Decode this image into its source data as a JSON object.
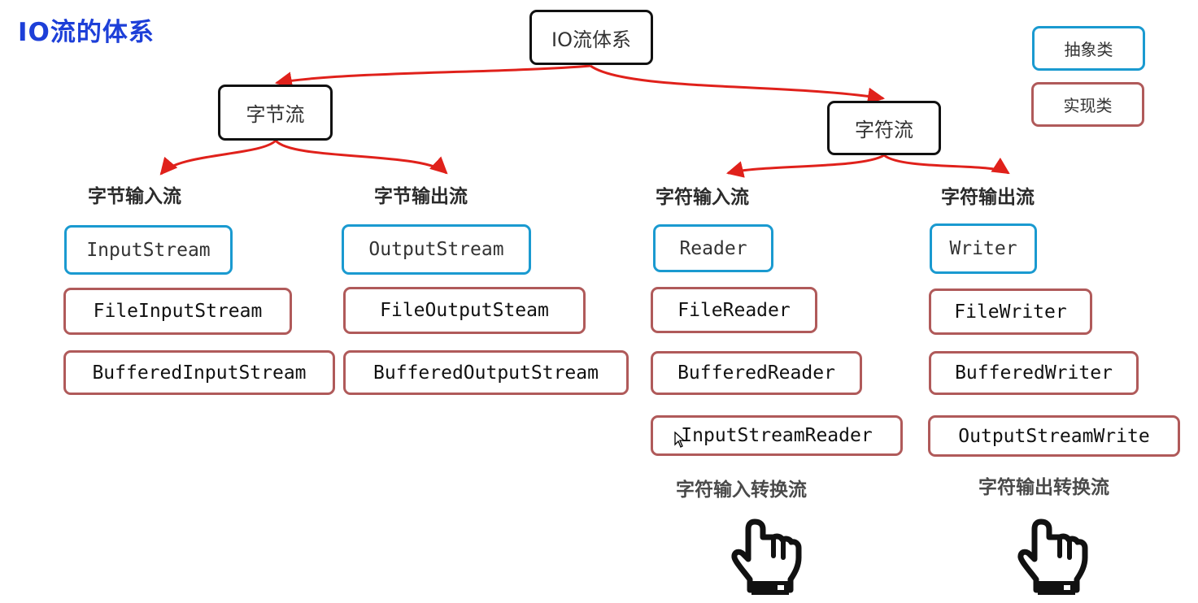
{
  "title": "IO流的体系",
  "root": {
    "label": "IO流体系"
  },
  "legend": {
    "abstract_label": "抽象类",
    "impl_label": "实现类"
  },
  "branches": {
    "byte": {
      "label": "字节流",
      "input": {
        "label": "字节输入流",
        "abstract": "InputStream",
        "impls": [
          "FileInputStream",
          "BufferedInputStream"
        ]
      },
      "output": {
        "label": "字节输出流",
        "abstract": "OutputStream",
        "impls": [
          "FileOutputSteam",
          "BufferedOutputStream"
        ]
      }
    },
    "char": {
      "label": "字符流",
      "input": {
        "label": "字符输入流",
        "abstract": "Reader",
        "impls": [
          "FileReader",
          "BufferedReader",
          "InputStreamReader"
        ],
        "note": "字符输入转换流"
      },
      "output": {
        "label": "字符输出流",
        "abstract": "Writer",
        "impls": [
          "FileWriter",
          "BufferedWriter",
          "OutputStreamWrite"
        ],
        "note": "字符输出转换流"
      }
    }
  },
  "colors": {
    "abstract_border": "#1a9ad0",
    "impl_border": "#b05a5a",
    "main_border": "#111111",
    "arrow": "#e0211b",
    "title": "#1d3fd8"
  },
  "icons": [
    "hand-pointer-icon",
    "mouse-cursor-icon"
  ]
}
